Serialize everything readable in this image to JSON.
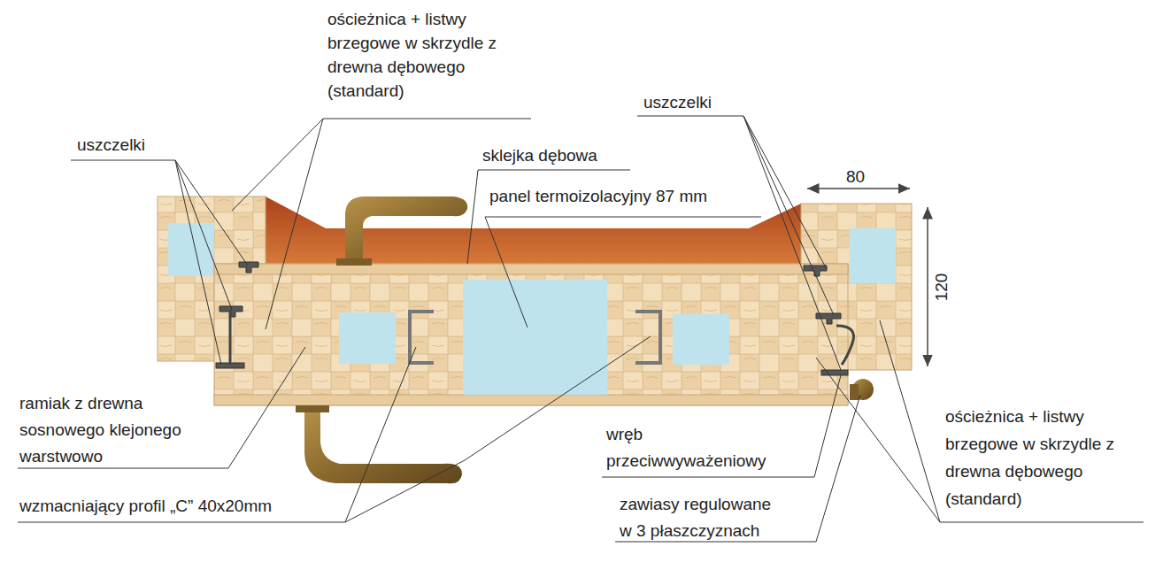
{
  "diagram": {
    "labels": [
      "ościeżnica + listwy brzegowe w skrzydle z drewna dębowego (standard)",
      "uszczelki",
      "sklejka dębowa",
      "panel termoizolacyjny 87 mm",
      "uszczelki",
      "80",
      "120",
      "ramiak z drewna sosnowego klejonego warstwowo",
      "wzmacniający profil „C” 40x20mm",
      "wręb przeciwwyważeniowy",
      "zawiasy regulowane w 3 płaszczyznach",
      "ościeżnica + listwy brzegowe w skrzydle z drewna dębowego (standard)"
    ]
  }
}
